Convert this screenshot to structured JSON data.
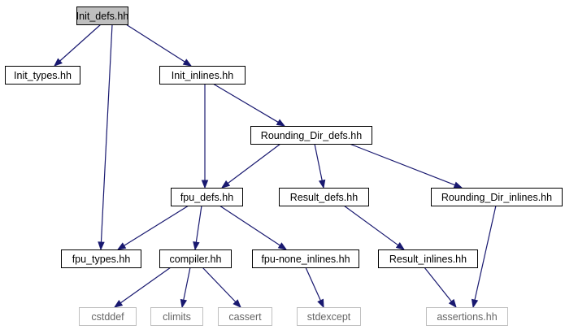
{
  "colors": {
    "edge": "#191970",
    "root_fill": "#bfbfbf",
    "node_border": "#000000",
    "node_fill": "#ffffff",
    "node_text": "#000000",
    "external_border": "#bfbfbf",
    "external_text": "#666666"
  },
  "nodes": [
    {
      "id": "init_defs",
      "label": "Init_defs.hh",
      "kind": "root"
    },
    {
      "id": "init_types",
      "label": "Init_types.hh",
      "kind": "normal"
    },
    {
      "id": "init_inlines",
      "label": "Init_inlines.hh",
      "kind": "normal"
    },
    {
      "id": "rounding_dir_defs",
      "label": "Rounding_Dir_defs.hh",
      "kind": "normal"
    },
    {
      "id": "fpu_defs",
      "label": "fpu_defs.hh",
      "kind": "normal"
    },
    {
      "id": "result_defs",
      "label": "Result_defs.hh",
      "kind": "normal"
    },
    {
      "id": "rounding_dir_inlines",
      "label": "Rounding_Dir_inlines.hh",
      "kind": "normal"
    },
    {
      "id": "fpu_types",
      "label": "fpu_types.hh",
      "kind": "normal"
    },
    {
      "id": "compiler",
      "label": "compiler.hh",
      "kind": "normal"
    },
    {
      "id": "fpu_none_inlines",
      "label": "fpu-none_inlines.hh",
      "kind": "normal"
    },
    {
      "id": "result_inlines",
      "label": "Result_inlines.hh",
      "kind": "normal"
    },
    {
      "id": "cstddef",
      "label": "cstddef",
      "kind": "external"
    },
    {
      "id": "climits",
      "label": "climits",
      "kind": "external"
    },
    {
      "id": "cassert",
      "label": "cassert",
      "kind": "external"
    },
    {
      "id": "stdexcept",
      "label": "stdexcept",
      "kind": "external"
    },
    {
      "id": "assertions",
      "label": "assertions.hh",
      "kind": "external"
    }
  ],
  "edges": [
    {
      "from": "init_defs",
      "to": "init_types"
    },
    {
      "from": "init_defs",
      "to": "init_inlines"
    },
    {
      "from": "init_defs",
      "to": "fpu_types"
    },
    {
      "from": "init_inlines",
      "to": "fpu_defs"
    },
    {
      "from": "init_inlines",
      "to": "rounding_dir_defs"
    },
    {
      "from": "rounding_dir_defs",
      "to": "fpu_defs"
    },
    {
      "from": "rounding_dir_defs",
      "to": "result_defs"
    },
    {
      "from": "rounding_dir_defs",
      "to": "rounding_dir_inlines"
    },
    {
      "from": "fpu_defs",
      "to": "fpu_types"
    },
    {
      "from": "fpu_defs",
      "to": "compiler"
    },
    {
      "from": "fpu_defs",
      "to": "fpu_none_inlines"
    },
    {
      "from": "result_defs",
      "to": "result_inlines"
    },
    {
      "from": "rounding_dir_inlines",
      "to": "assertions"
    },
    {
      "from": "compiler",
      "to": "cstddef"
    },
    {
      "from": "compiler",
      "to": "climits"
    },
    {
      "from": "compiler",
      "to": "cassert"
    },
    {
      "from": "fpu_none_inlines",
      "to": "stdexcept"
    },
    {
      "from": "result_inlines",
      "to": "assertions"
    }
  ]
}
